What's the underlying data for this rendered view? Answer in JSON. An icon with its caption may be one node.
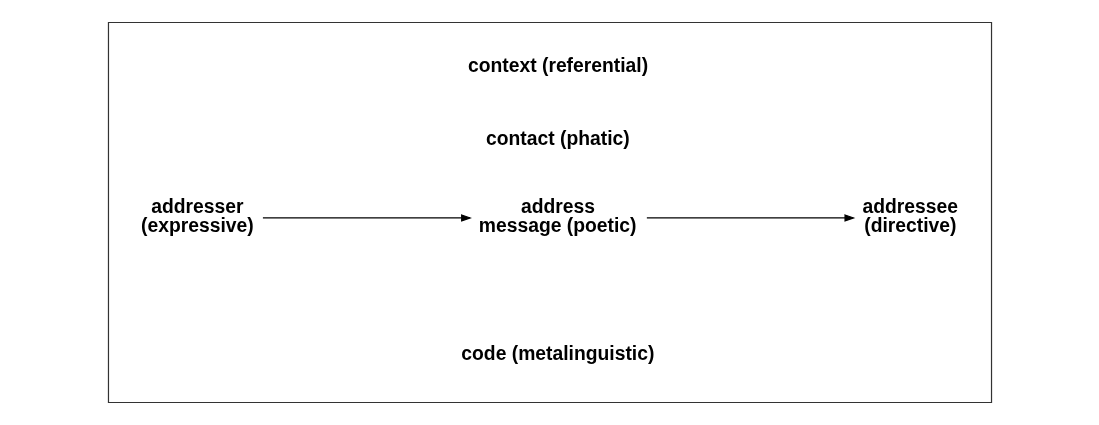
{
  "diagram": {
    "nodes": [
      {
        "text": [],
        "shape": "box"
      },
      {
        "text": [
          "addresser",
          "(expressive)"
        ],
        "in": 0
      },
      {
        "text": [
          "address",
          "message (poetic)"
        ],
        "in": 0
      },
      {
        "text": [
          "addressee",
          "(directive)"
        ],
        "in": 0
      }
    ],
    "edges": [
      {
        "from": 1,
        "to": 2,
        "arrow": "to"
      },
      {
        "from": 2,
        "to": 3,
        "arrow": "to"
      }
    ],
    "labels": [
      "context (referential)",
      "contact (phatic)",
      "code (metalinguistic)"
    ]
  }
}
